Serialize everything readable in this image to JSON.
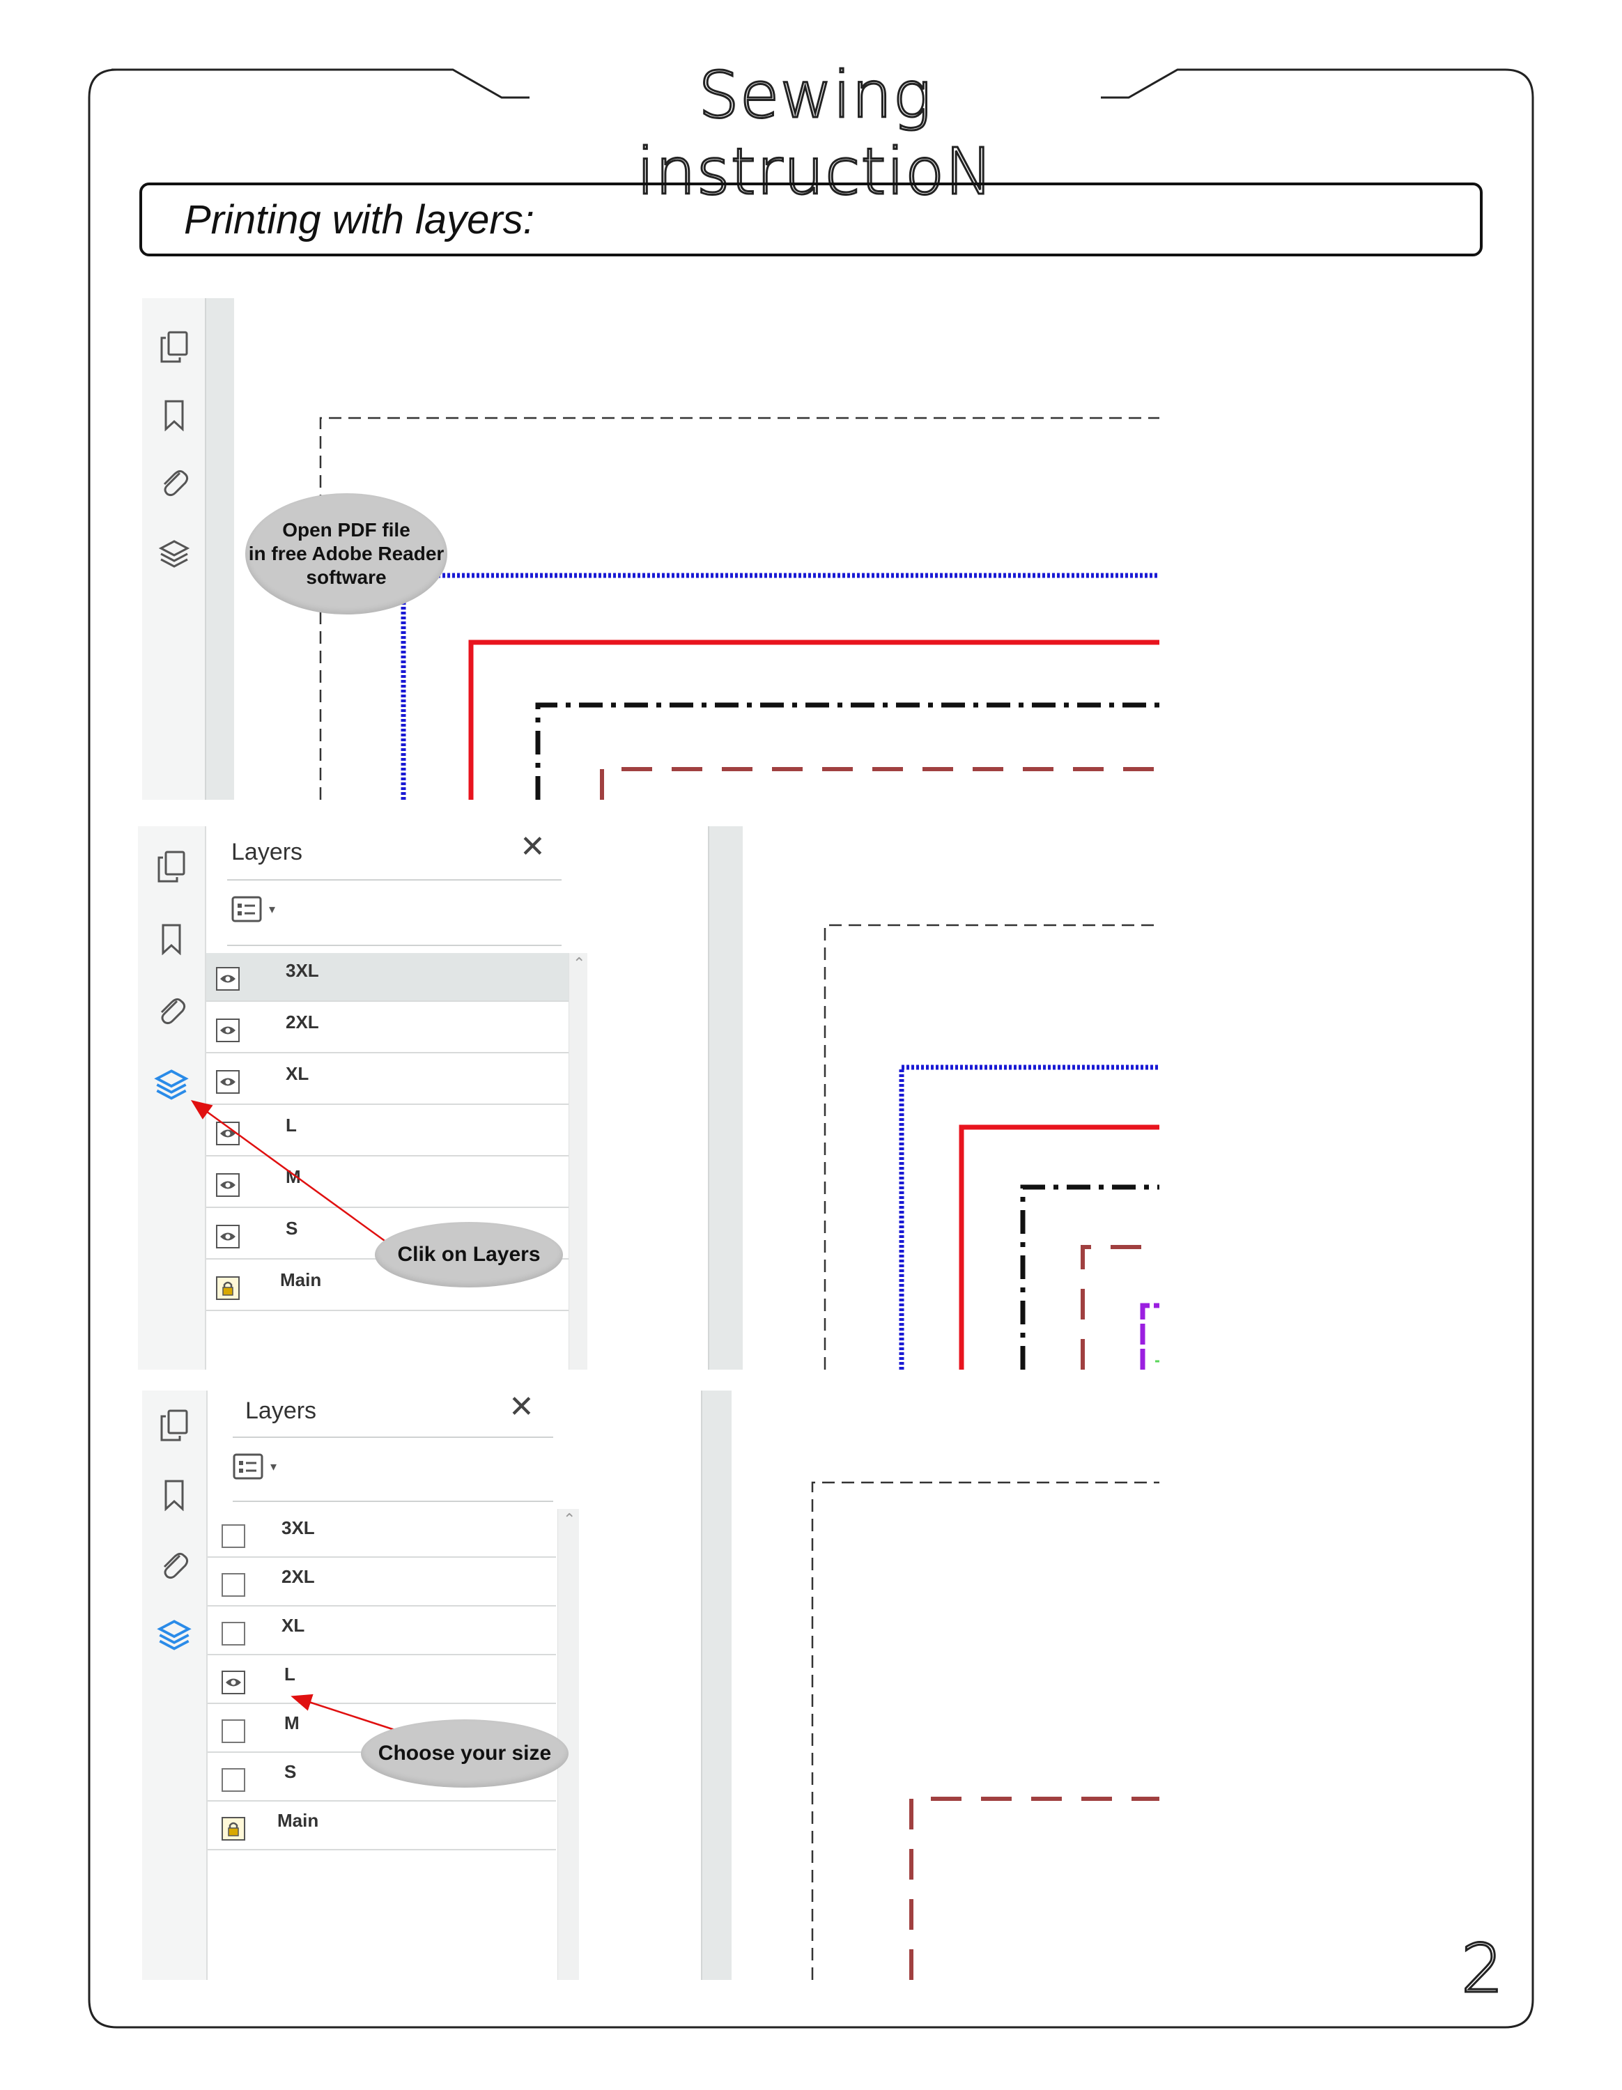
{
  "header": {
    "title": "Sewing instructioN"
  },
  "section": {
    "title": "Printing with layers:"
  },
  "panel1": {
    "sidebar_icons": [
      "pages-icon",
      "bookmark-icon",
      "attachment-icon",
      "layers-icon"
    ],
    "callout": "Open PDF file\nin free Adobe Reader\nsoftware"
  },
  "panel2": {
    "pane_title": "Layers",
    "close_glyph": "✕",
    "layers": [
      {
        "label": "3XL",
        "icon": "eye-icon",
        "selected": true
      },
      {
        "label": "2XL",
        "icon": "eye-icon"
      },
      {
        "label": "XL",
        "icon": "eye-icon"
      },
      {
        "label": "L",
        "icon": "eye-icon"
      },
      {
        "label": "M",
        "icon": "eye-icon"
      },
      {
        "label": "S",
        "icon": "eye-icon"
      },
      {
        "label": "Main",
        "icon": "lock-icon"
      }
    ],
    "callout": "Clik on Layers"
  },
  "panel3": {
    "pane_title": "Layers",
    "close_glyph": "✕",
    "layers": [
      {
        "label": "3XL",
        "icon": "checkbox-empty"
      },
      {
        "label": "2XL",
        "icon": "checkbox-empty"
      },
      {
        "label": "XL",
        "icon": "checkbox-empty"
      },
      {
        "label": "L",
        "icon": "eye-icon"
      },
      {
        "label": "M",
        "icon": "checkbox-empty"
      },
      {
        "label": "S",
        "icon": "checkbox-empty"
      },
      {
        "label": "Main",
        "icon": "lock-icon"
      }
    ],
    "callout": "Choose your size"
  },
  "colors": {
    "dashed_border": "#333333",
    "blue_line": "#1a1ad4",
    "red_line": "#e8141e",
    "black_dashdot": "#111111",
    "brown_dash": "#a04040",
    "purple_line": "#9b1fe0",
    "green_line": "#5ad65a",
    "callout_bg": "#c9c9c9",
    "arrow": "#e01010",
    "active_icon": "#2a8be8"
  },
  "page_number": "2"
}
